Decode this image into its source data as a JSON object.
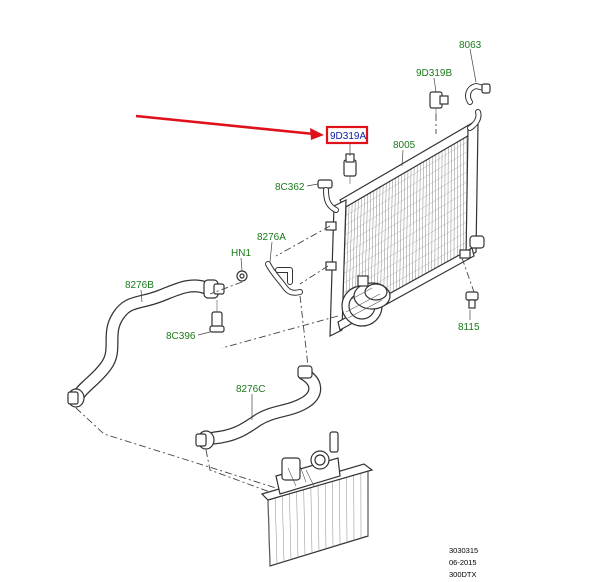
{
  "callouts": {
    "c8063": "8063",
    "c9d319b": "9D319B",
    "c9d319a": "9D319A",
    "c8005": "8005",
    "c8c362": "8C362",
    "chn1": "HN1",
    "c8276a": "8276A",
    "c8276b": "8276B",
    "c8c396": "8C396",
    "c8276c": "8276C",
    "c8115": "8115"
  },
  "stamp": {
    "line1": "3030315",
    "line2": "06-2015",
    "line3": "300DTX"
  },
  "colors": {
    "callout_text": "#1a7a1a",
    "highlight_box": "#e0101a",
    "highlight_fill": "#ffffff",
    "highlight_text": "#0a1aa0",
    "arrow": "#e0101a"
  }
}
